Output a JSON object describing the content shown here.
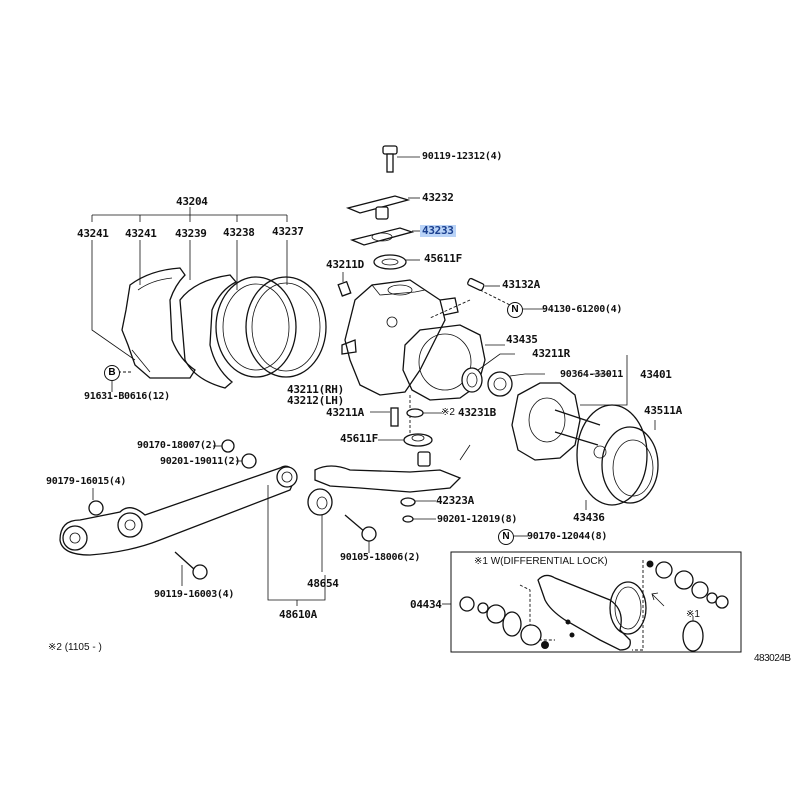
{
  "diagram": {
    "id_code": "483024B",
    "footnote": "※2 (1105 -        )",
    "inset_title": "※1 W(DIFFERENTIAL LOCK)",
    "inset_note_mark": "※1",
    "markers": {
      "nut": "N",
      "bolt_set": "B"
    },
    "selected_part": "43233",
    "labels": {
      "p43204": "43204",
      "p43241a": "43241",
      "p43241b": "43241",
      "p43239": "43239",
      "p43238": "43238",
      "p43237": "43237",
      "p91631": "91631-B0616(12)",
      "p90119_12312": "90119-12312(4)",
      "p43232": "43232",
      "p43233": "43233",
      "p43211D": "43211D",
      "p45611F_top": "45611F",
      "p43132A": "43132A",
      "p94130": "94130-61200(4)",
      "p43435": "43435",
      "p43211R": "43211R",
      "p90364": "90364-33011",
      "p43401": "43401",
      "p43211RH": "43211(RH)",
      "p43212LH": "43212(LH)",
      "p43211A": "43211A",
      "p43231B_mark": "※2",
      "p43231B": "43231B",
      "p45611F_bot": "45611F",
      "p43511A": "43511A",
      "p90170_18007": "90170-18007(2)",
      "p90201_19011": "90201-19011(2)",
      "p90179": "90179-16015(4)",
      "p42323A": "42323A",
      "p90201_12019": "90201-12019(8)",
      "p90170_12044": "90170-12044(8)",
      "p43436": "43436",
      "p90105": "90105-18006(2)",
      "p48654": "48654",
      "p90119_16003": "90119-16003(4)",
      "p48610A": "48610A",
      "p04434": "04434"
    }
  }
}
